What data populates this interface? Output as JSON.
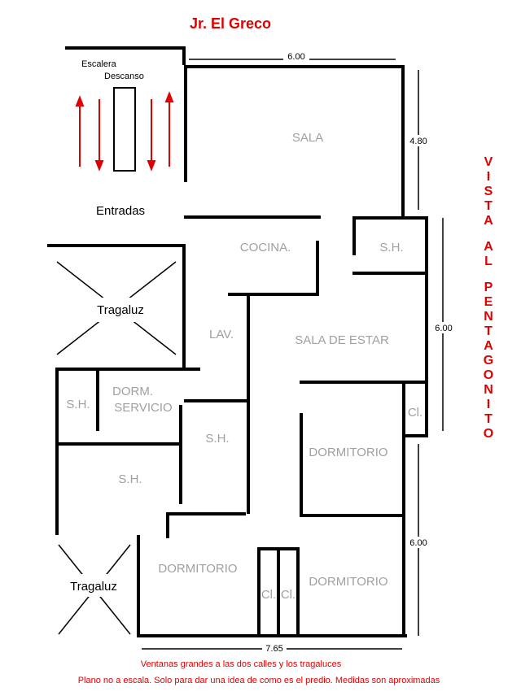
{
  "street_title": "Jr. El Greco",
  "side_text": "VISTA AL PENTAGONITO",
  "stair_labels": {
    "escalera": "Escalera",
    "descanso": "Descanso"
  },
  "entrance_label": "Entradas",
  "skylight_label": "Tragaluz",
  "rooms": {
    "sala": "SALA",
    "cocina": "COCINA.",
    "sh": "S.H.",
    "lav": "LAV.",
    "sala_estar": "SALA DE ESTAR",
    "dorm_servicio_1": "DORM.",
    "dorm_servicio_2": "SERVICIO",
    "dormitorio": "DORMITORIO",
    "closet": "Cl."
  },
  "dimensions": {
    "top": "6.00",
    "right_upper": "4.80",
    "right_middle": "6.00",
    "right_lower": "6.00",
    "bottom": "7.65"
  },
  "notes": {
    "line1": "Ventanas grandes a las dos calles y los tragaluces",
    "line2": "Plano no a escala. Solo para dar una idea de como es el predio. Medidas son aproximadas"
  },
  "colors": {
    "accent": "#e00000",
    "wall": "#000000",
    "room_text": "#a0a0a0"
  }
}
